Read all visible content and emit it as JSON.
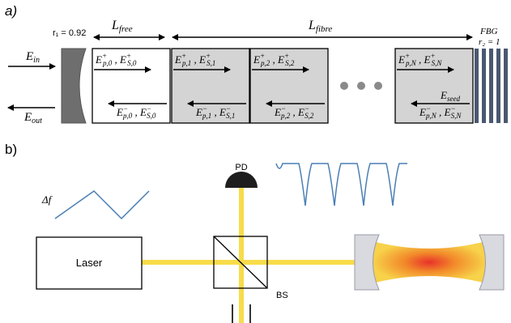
{
  "panel_a": {
    "label": "a)",
    "mirror": {
      "reflectivity": "r₁ = 0.92"
    },
    "lengths": {
      "free": "L",
      "free_sub": "free",
      "fibre": "L",
      "fibre_sub": "fibre"
    },
    "input": {
      "base": "E",
      "sub": "in"
    },
    "output": {
      "base": "E",
      "sub": "out"
    },
    "fbg": {
      "name": "FBG",
      "reflectivity": "r₂ = 1"
    },
    "seed": {
      "base": "E",
      "sub": "seed"
    },
    "dots": "•  •  •",
    "segments": [
      {
        "fwd_base": "E",
        "fwd_p": "p,0",
        "fwd_s": "S,0",
        "bwd_p": "p,0",
        "bwd_s": "S,0",
        "shade": "#ffffff"
      },
      {
        "fwd_base": "E",
        "fwd_p": "p,1",
        "fwd_s": "S,1",
        "bwd_p": "p,1",
        "bwd_s": "S,1",
        "shade": "#d4d4d4"
      },
      {
        "fwd_base": "E",
        "fwd_p": "p,2",
        "fwd_s": "S,2",
        "bwd_p": "p,2",
        "bwd_s": "S,2",
        "shade": "#d4d4d4"
      },
      {
        "fwd_base": "E",
        "fwd_p": "p,N",
        "fwd_s": "S,N",
        "bwd_p": "p,N",
        "bwd_s": "S,N",
        "shade": "#d4d4d4"
      }
    ]
  },
  "panel_b": {
    "label": "b)",
    "photodiode": "PD",
    "beamsplitter": "BS",
    "laser": "Laser",
    "scan": "Δf"
  },
  "colors": {
    "beam": "#f7dc4a",
    "signal": "#4a7fb5",
    "mirror_gray": "#6e6e6e",
    "fbg_dark": "#4a5870",
    "cavity_hot": "#e8322a"
  }
}
